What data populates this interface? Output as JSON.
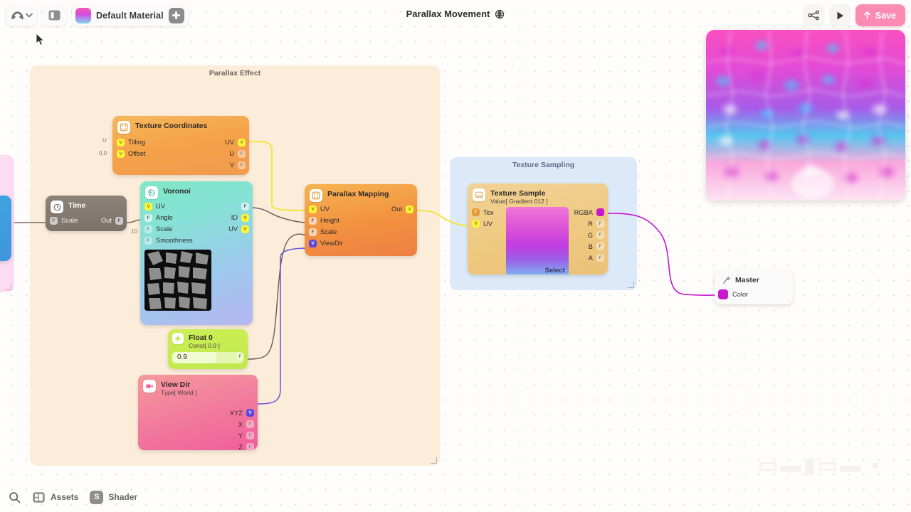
{
  "app": {
    "document_title": "Parallax Movement",
    "material_name": "Default Material"
  },
  "toolbar": {
    "undo_icon": "undo-arrow-icon",
    "undo_chevron_icon": "chevron-down-icon",
    "panel_toggle_icon": "side-panel-icon",
    "add_icon": "plus-icon",
    "globe_icon": "globe-icon",
    "graph_icon": "node-graph-icon",
    "play_icon": "play-icon",
    "save_label": "Save",
    "save_icon": "upload-arrow-icon",
    "save_color": "#fa8cb4"
  },
  "groups": [
    {
      "id": "parallax_effect",
      "title": "Parallax Effect",
      "color": "#fcedda"
    },
    {
      "id": "texture_sampling",
      "title": "Texture Sampling",
      "color": "#dbe9f8"
    },
    {
      "id": "offscreen_group",
      "title": "",
      "color": "#fbdcf0"
    }
  ],
  "nodes": {
    "time": {
      "title": "Time",
      "icon": "clock-icon",
      "inputs": [
        {
          "label": "Scale",
          "pin": "F"
        }
      ],
      "outputs": [
        {
          "label": "Out",
          "pin": "F"
        }
      ]
    },
    "texture_coordinates": {
      "title": "Texture Coordinates",
      "icon": "uv-grid-icon",
      "inputs": [
        {
          "label": "Tilling",
          "pin": "V",
          "external_value": "U"
        },
        {
          "label": "Offset",
          "pin": "V",
          "external_value": "0,0"
        }
      ],
      "outputs": [
        {
          "label": "UV",
          "pin": "V"
        },
        {
          "label": "U",
          "pin": "F"
        },
        {
          "label": "V",
          "pin": "F"
        }
      ]
    },
    "voronoi": {
      "title": "Voronoi",
      "icon": "voronoi-cells-icon",
      "inputs": [
        {
          "label": "UV",
          "pin": "V"
        },
        {
          "label": "Angle",
          "pin": "F"
        },
        {
          "label": "Scale",
          "pin": "F",
          "external_value": "10"
        },
        {
          "label": "Smoothness",
          "pin": "F"
        }
      ],
      "outputs": [
        {
          "label": "",
          "pin": "F"
        },
        {
          "label": "ID",
          "pin": "V"
        },
        {
          "label": "UV",
          "pin": "V"
        }
      ],
      "has_preview": true
    },
    "parallax_mapping": {
      "title": "Parallax Mapping",
      "icon": "uv-grid-icon",
      "inputs": [
        {
          "label": "UV",
          "pin": "V"
        },
        {
          "label": "Height",
          "pin": "F"
        },
        {
          "label": "Scale",
          "pin": "F"
        },
        {
          "label": "ViewDir",
          "pin": "VD"
        }
      ],
      "outputs": [
        {
          "label": "Out",
          "pin": "V"
        }
      ]
    },
    "float_0": {
      "title": "Float 0",
      "subtitle": "Const[ 0.9 ]",
      "icon": "float-dot-icon",
      "value": "0.9",
      "outputs": [
        {
          "label": "",
          "pin": "F"
        }
      ]
    },
    "view_dir": {
      "title": "View Dir",
      "subtitle": "Type[ World ]",
      "icon": "camera-icon",
      "outputs": [
        {
          "label": "XYZ",
          "pin": "VD"
        },
        {
          "label": "X",
          "pin": "F"
        },
        {
          "label": "Y",
          "pin": "F"
        },
        {
          "label": "Z",
          "pin": "F"
        }
      ]
    },
    "texture_sample": {
      "title": "Texture Sample",
      "subtitle": "Value[ Gradient 012 ]",
      "icon": "image-icon",
      "select_label": "Select",
      "inputs": [
        {
          "label": "Tex",
          "pin": "TEX"
        },
        {
          "label": "UV",
          "pin": "V"
        }
      ],
      "outputs": [
        {
          "label": "RGBA",
          "pin": "RGBA"
        },
        {
          "label": "R",
          "pin": "F"
        },
        {
          "label": "G",
          "pin": "F"
        },
        {
          "label": "B",
          "pin": "F"
        },
        {
          "label": "A",
          "pin": "F"
        }
      ]
    },
    "master": {
      "title": "Master",
      "icon": "master-node-icon",
      "inputs": [
        {
          "label": "Color",
          "pin": "COLOR"
        }
      ]
    }
  },
  "bottom_bar": {
    "search_icon": "search-icon",
    "items": [
      {
        "label": "Assets",
        "icon": "assets-icon",
        "glyph": ""
      },
      {
        "label": "Shader",
        "icon": "shader-icon",
        "glyph": "S"
      }
    ]
  }
}
